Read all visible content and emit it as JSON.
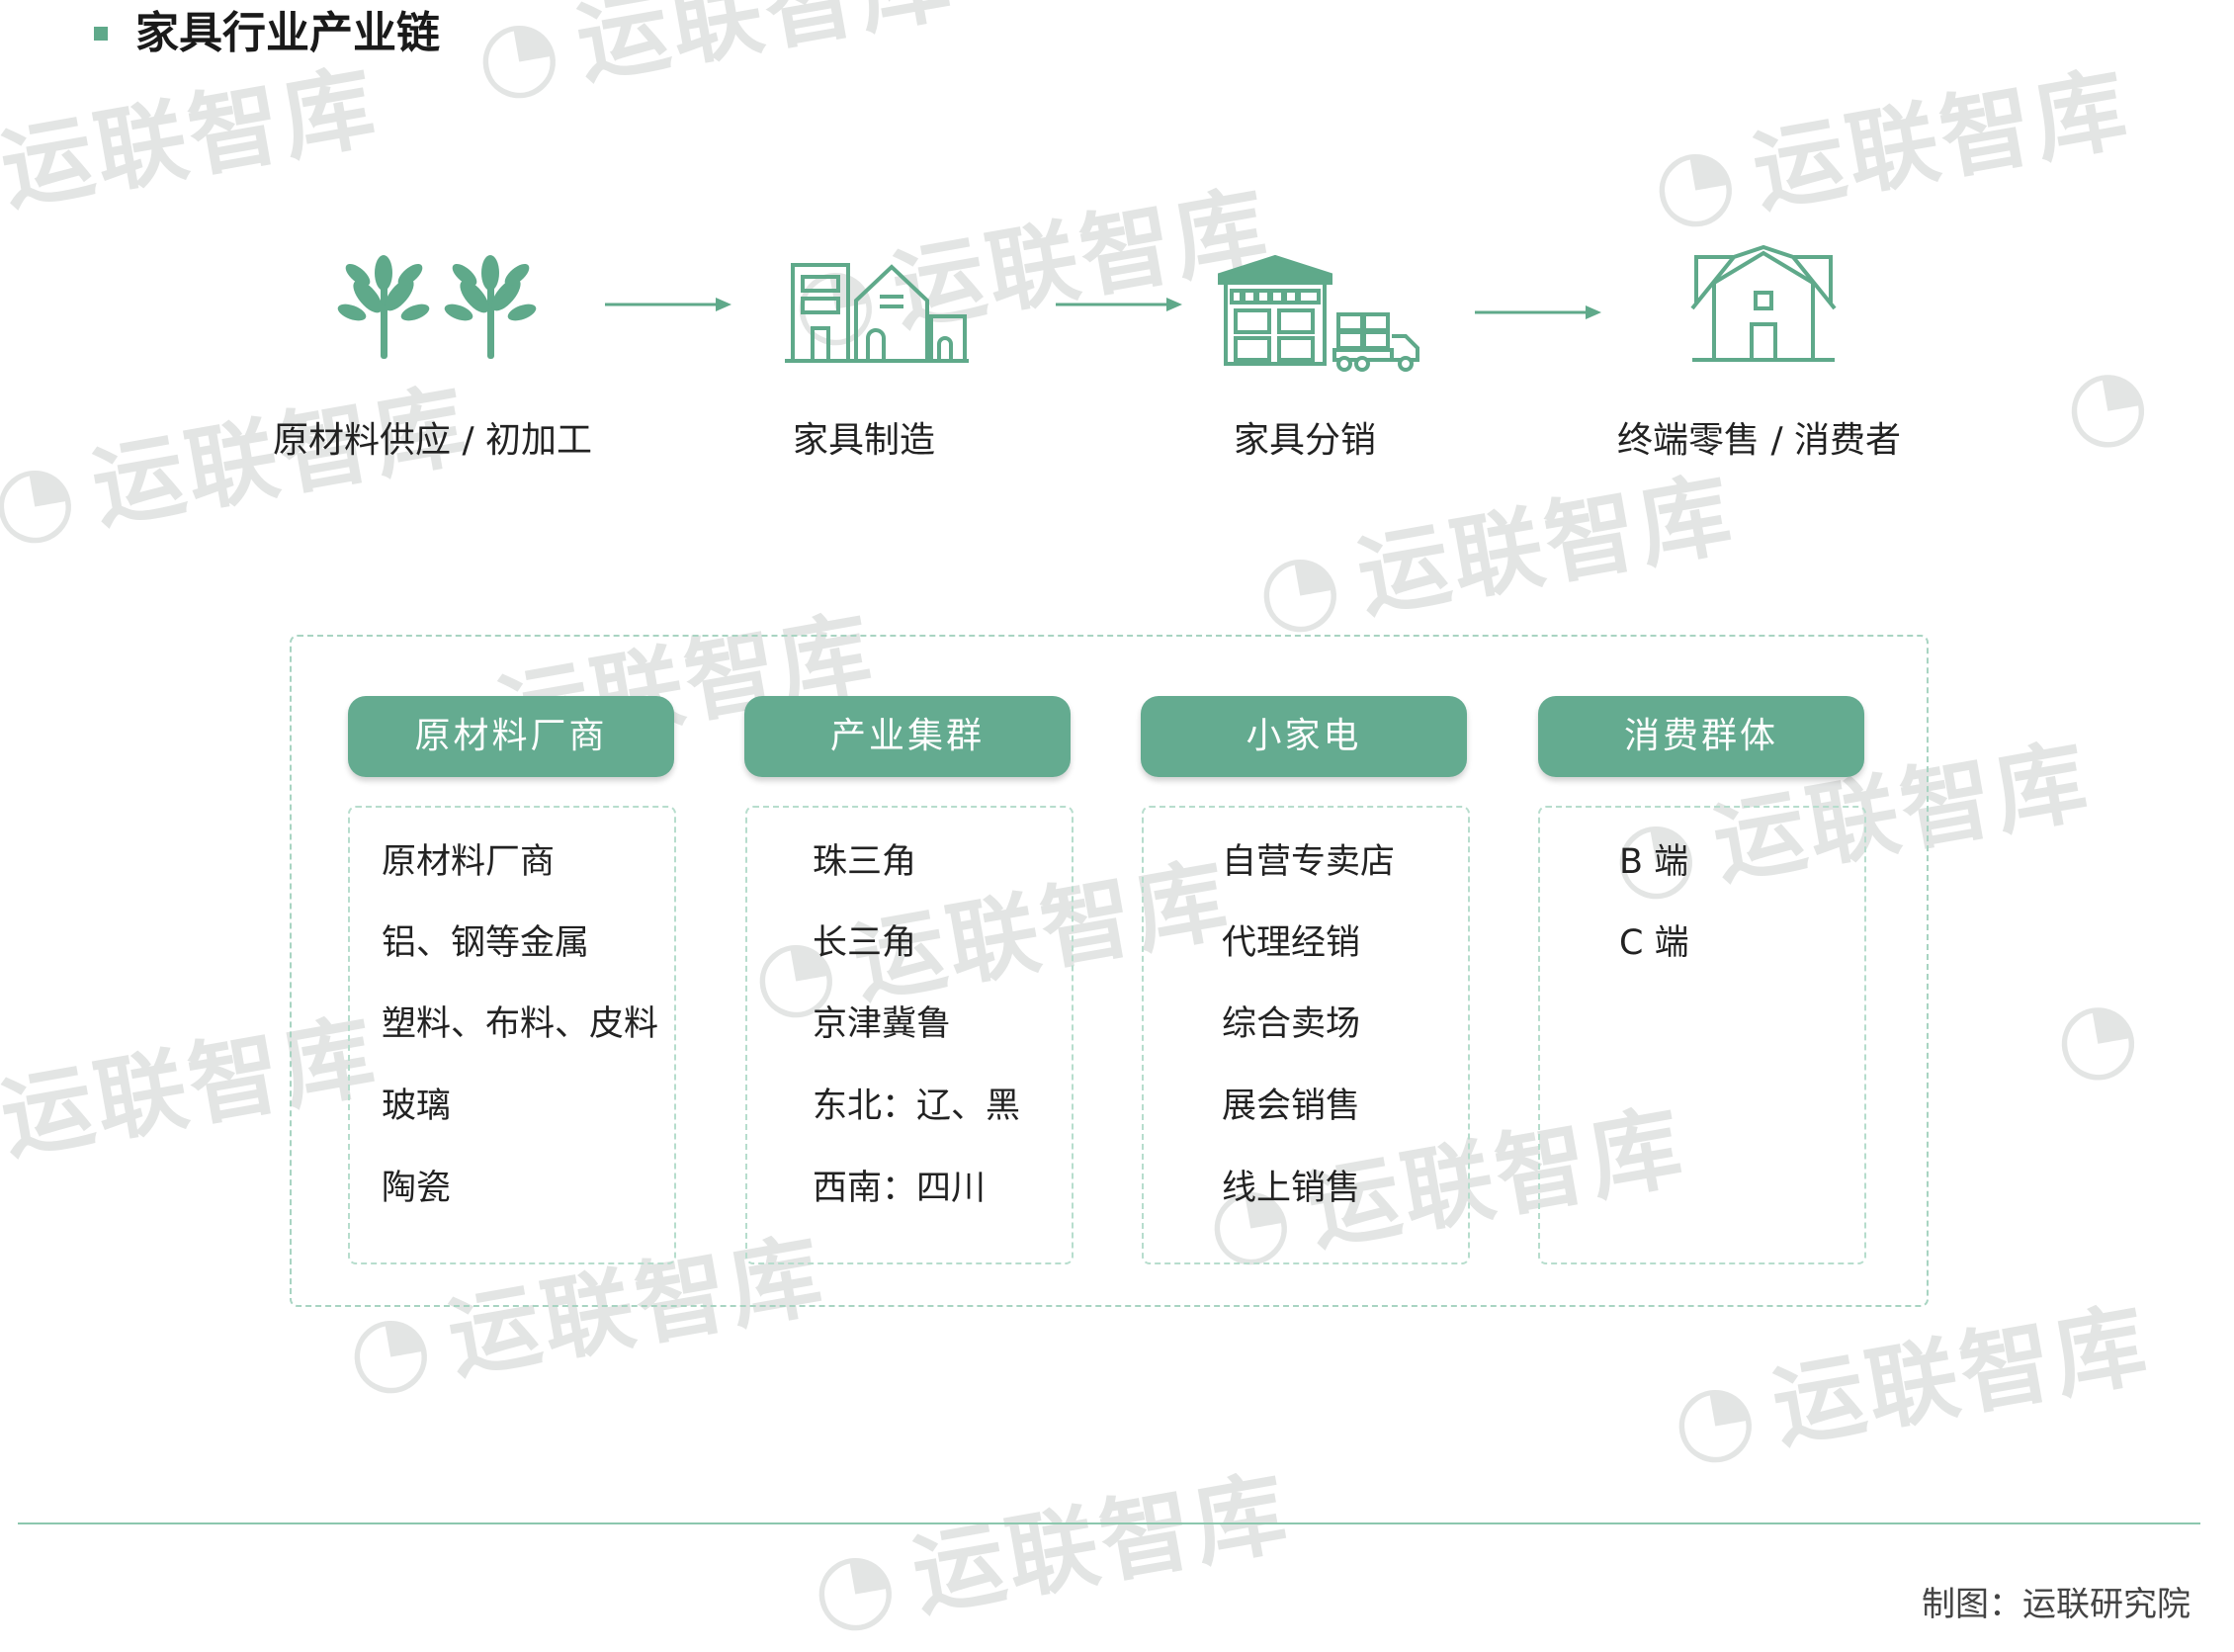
{
  "title": "家具行业产业链",
  "watermark": {
    "text": "运联智库"
  },
  "stages": [
    {
      "label": "原材料供应 / 初加工",
      "icon": "trees-icon"
    },
    {
      "label": "家具制造",
      "icon": "factory-buildings-icon"
    },
    {
      "label": "家具分销",
      "icon": "warehouse-truck-icon"
    },
    {
      "label": "终端零售 / 消费者",
      "icon": "house-icon"
    }
  ],
  "columns": [
    {
      "header": "原材料厂商",
      "items": [
        "原材料厂商",
        "铝、钢等金属",
        "塑料、布料、皮料",
        "玻璃",
        "陶瓷"
      ]
    },
    {
      "header": "产业集群",
      "items": [
        "珠三角",
        "长三角",
        "京津冀鲁",
        "东北：辽、黑",
        "西南：四川"
      ]
    },
    {
      "header": "小家电",
      "items": [
        "自营专卖店",
        "代理经销",
        "综合卖场",
        "展会销售",
        "线上销售"
      ]
    },
    {
      "header": "消费群体",
      "items": [
        "B 端",
        "C 端"
      ]
    }
  ],
  "footer": {
    "credit": "制图：运联研究院"
  },
  "colors": {
    "accent": "#64ab90",
    "dashed_border": "#a8d4c2",
    "watermark": "#e3e5e4"
  }
}
